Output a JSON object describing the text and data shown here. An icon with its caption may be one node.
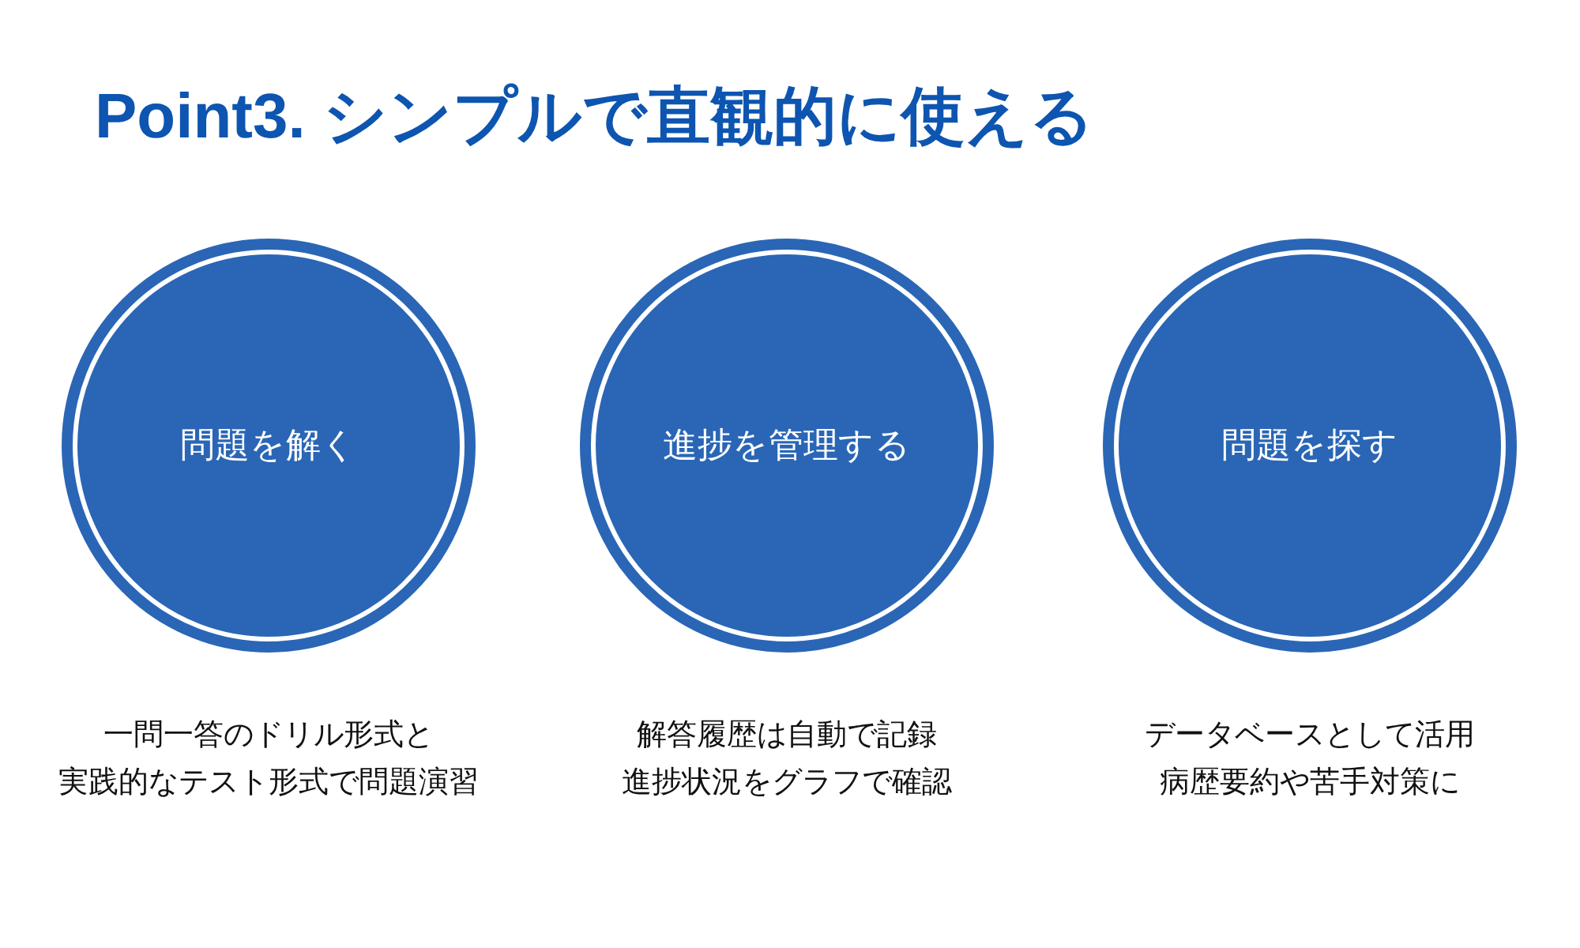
{
  "diagram": {
    "title": "Point3. シンプルで直観的に使える",
    "nodes": [
      {
        "text": [
          "問題を解く"
        ],
        "beside": [
          "一問一答のドリル形式と",
          "実践的なテスト形式で問題演習"
        ]
      },
      {
        "text": [
          "進捗を管理する"
        ],
        "beside": [
          "解答履歴は自動で記録",
          "進捗状況をグラフで確認"
        ]
      },
      {
        "text": [
          "問題を探す"
        ],
        "beside": [
          "データベースとして活用",
          "病歴要約や苦手対策に"
        ]
      }
    ]
  }
}
